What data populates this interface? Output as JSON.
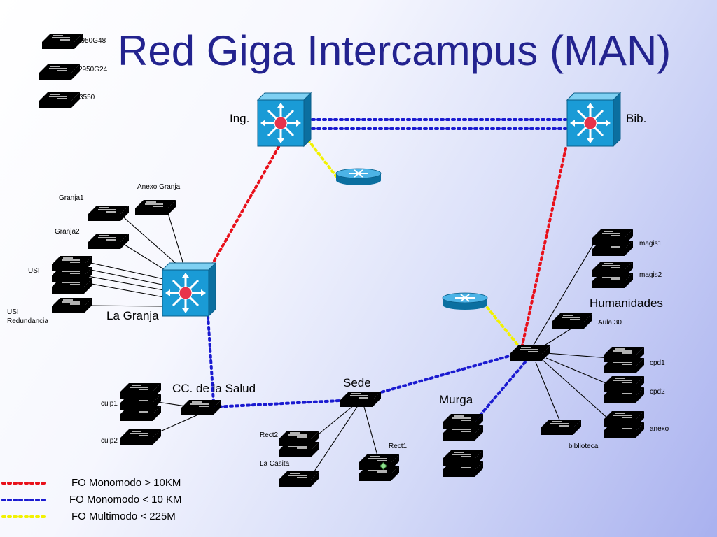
{
  "title": "Red Giga Intercampus (MAN)",
  "colors": {
    "switch_2950G48": "#1aa0dc",
    "switch_2950G24": "#e0202a",
    "switch_3550": "#f7a13a",
    "core": "#1a9bd6",
    "router": "#2b93cf",
    "link_mono_long": "#e8101a",
    "link_mono_short": "#1a1ad0",
    "link_multi": "#f2f200",
    "title": "#23238f"
  },
  "key": {
    "items": [
      {
        "type": "2950G48",
        "label": "2950G48"
      },
      {
        "type": "2950G24",
        "label": "2950G24"
      },
      {
        "type": "3550",
        "label": "3550"
      }
    ]
  },
  "links_legend": {
    "items": [
      {
        "label": "FO Monomodo > 10KM",
        "color": "#e8101a"
      },
      {
        "label": "FO Monomodo < 10 KM",
        "color": "#1a1ad0"
      },
      {
        "label": "FO Multimodo < 225M",
        "color": "#f2f200"
      }
    ]
  },
  "nodes": {
    "ing": "Ing.",
    "bib": "Bib.",
    "la_granja": "La Granja",
    "ccsalud": "CC. de la Salud",
    "sede": "Sede",
    "murga": "Murga",
    "humanidades": "Humanidades"
  },
  "switches": {
    "anexo_granja": "Anexo Granja",
    "granja1": "Granja1",
    "granja2": "Granja2",
    "usi": "USI",
    "usi_redundancia": "USI\nRedundancia",
    "culp1": "culp1",
    "culp2": "culp2",
    "rect2": "Rect2",
    "la_casita": "La Casita",
    "rect1": "Rect1",
    "magis1": "magis1",
    "magis2": "magis2",
    "aula30": "Aula 30",
    "cpd1": "cpd1",
    "cpd2": "cpd2",
    "anexo": "anexo",
    "biblioteca": "biblioteca"
  }
}
